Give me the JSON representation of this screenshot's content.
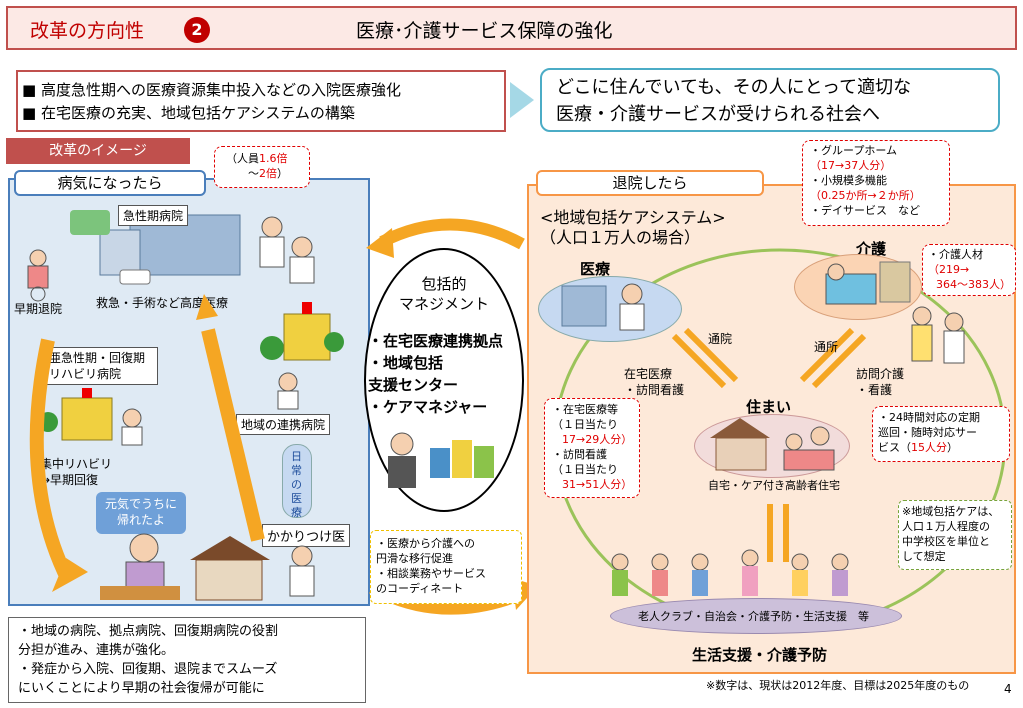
{
  "header": {
    "label": "改革の方向性",
    "badge": "2",
    "title": "医療･介護サービス保障の強化"
  },
  "goals": {
    "item1": "■  高度急性期への医療資源集中投入などの入院医療強化",
    "item2": "■  在宅医療の充実、地域包括ケアシステムの構築"
  },
  "right_goal": {
    "line1": "どこに住んでいても、その人にとって適切な",
    "line2": "医療・介護サービスが受けられる社会へ"
  },
  "image_label": "改革のイメージ",
  "left": {
    "tab": "病気になったら",
    "staff_note_line1": "（人員",
    "staff_note_val1": "1.6倍",
    "staff_note_line2": "～",
    "staff_note_val2": "2倍",
    "staff_note_end": "）",
    "acute_hospital": "急性期病院",
    "acute_caption": "救急・手術など高度医療",
    "early_discharge": "早期退院",
    "subacute_line1": "亜急性期・回復期",
    "subacute_line2": "リハビリ病院",
    "rehab_line1": "集中リハビリ",
    "rehab_line2": "→早期回復",
    "regional_hospital": "地域の連携病院",
    "daily_medical": "日常の医療",
    "home_line1": "元気でうちに",
    "home_line2": "帰れたよ",
    "gp": "かかりつけ医"
  },
  "center": {
    "title_line1": "包括的",
    "title_line2": "マネジメント",
    "item1": "・在宅医療連携拠点",
    "item2": "・地域包括",
    "item3": "  支援センター",
    "item4": "・ケアマネジャー",
    "note1": "・医療から介護への",
    "note2": "  円滑な移行促進",
    "note3": "・相談業務やサービス",
    "note4": "  のコーディネート"
  },
  "right": {
    "tab": "退院したら",
    "system_line1": "<地域包括ケアシステム>",
    "system_line2": "（人口１万人の場合）",
    "medical": "医療",
    "care": "介護",
    "housing": "住まい",
    "housing_caption": "自宅・ケア付き高齢者住宅",
    "visit_hospital": "通院",
    "visit_facility": "通所",
    "home_medical_line1": "在宅医療",
    "home_medical_line2": "・訪問看護",
    "home_care_line1": "訪問介護",
    "home_care_line2": "・看護",
    "community": "老人クラブ・自治会・介護予防・生活支援　等",
    "support_title": "生活支援・介護予防",
    "facilities": {
      "l1": "・グループホーム",
      "l2": "（17→37人分）",
      "l3": "・小規模多機能",
      "l4": "（0.25か所→２か所）",
      "l5": "・デイサービス　など"
    },
    "staff": {
      "l1": "・介護人材",
      "l2": "（219→",
      "l3": "364～383人）"
    },
    "medical_stats": {
      "l1": "・在宅医療等",
      "l2": "（１日当たり",
      "l3": "17→29人分）",
      "l4": "・訪問看護",
      "l5": "（１日当たり",
      "l6": "31→51人分）"
    },
    "patrol": {
      "l1": "・24時間対応の定期",
      "l2": "巡回・随時対応サー",
      "l3": "ビス（",
      "l3_red": "15人分",
      "l3_end": "）"
    },
    "school_note": {
      "l1": "※地域包括ケアは、",
      "l2": "人口１万人程度の",
      "l3": "中学校区を単位と",
      "l4": "して想定"
    }
  },
  "bottom": {
    "l1": "・地域の病院、拠点病院、回復期病院の役割",
    "l2": "  分担が進み、連携が強化。",
    "l3": "・発症から入院、回復期、退院までスムーズ",
    "l4": "  にいくことにより早期の社会復帰が可能に"
  },
  "footnote": "※数字は、現状は2012年度、目標は2025年度のもの",
  "page_number": "4",
  "colors": {
    "accent_red": "#c00000",
    "blue": "#4a7ebb",
    "orange": "#f79646"
  }
}
